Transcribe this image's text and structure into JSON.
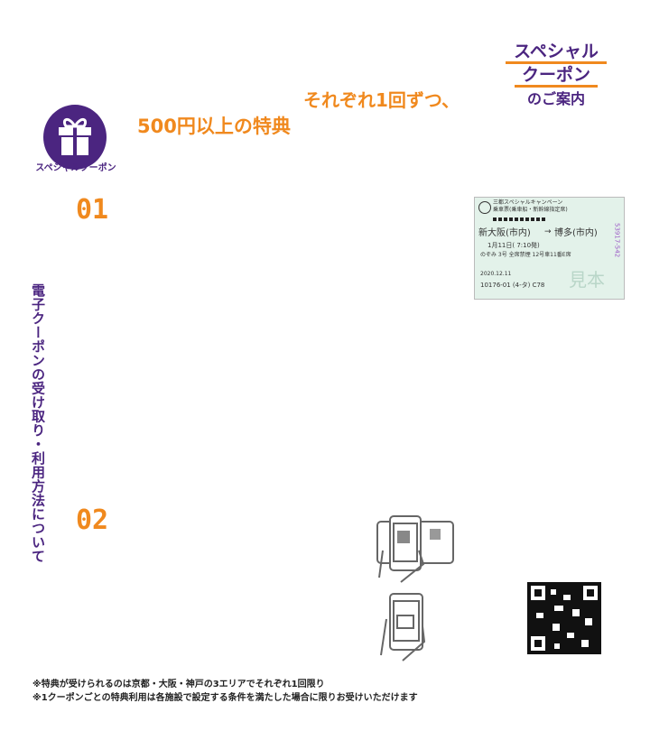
{
  "header": {
    "title_line1": "スペシャル",
    "title_line2": "クーポン",
    "title_line3": "のご案内"
  },
  "lead": {
    "line1": "それぞれ1回ずつ、",
    "line2": "500円以上の特典"
  },
  "badge": {
    "icon": "gift-icon",
    "label": "スペシャルクーポン"
  },
  "steps": [
    {
      "number": "01"
    },
    {
      "number": "02"
    }
  ],
  "side_heading": "電子クーポンの受け取り・利用方法について",
  "ticket": {
    "campaign": "三都スペシャルキャンペーン",
    "type": "乗車票(乗車船・新幹線指定席)",
    "from": "新大阪(市内)",
    "arrow": "→",
    "to": "博多(市内)",
    "date": "1月11日( 7:10発)",
    "train": "のぞみ 3号 全席禁煙 12号車11番E席",
    "serial_side": "53917-542",
    "issued": "2020.12.11",
    "code": "10176-01 (4-タ) C78",
    "stamp": "見本"
  },
  "icons": [
    "phone-scan-qr-icon",
    "phone-screen-icon",
    "qr-code-icon"
  ],
  "notes": [
    "※特典が受けられるのは京都・大阪・神戸の3エリアでそれぞれ1回限り",
    "※1クーポンごとの特典利用は各施設で設定する条件を満たした場合に限りお受けいただけます"
  ],
  "colors": {
    "purple": "#4b2580",
    "orange": "#f0891e"
  }
}
